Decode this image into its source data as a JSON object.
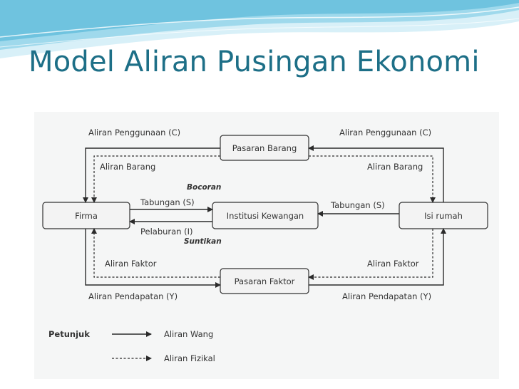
{
  "slide": {
    "title": "Model Aliran Pusingan Ekonomi"
  },
  "diagram": {
    "nodes": {
      "firma": "Firma",
      "pasaran_barang": "Pasaran Barang",
      "institusi_kewangan": "Institusi Kewangan",
      "isi_rumah": "Isi rumah",
      "pasaran_faktor": "Pasaran Faktor"
    },
    "flows": {
      "aliran_penggunaan_left": "Aliran Penggunaan (C)",
      "aliran_penggunaan_right": "Aliran Penggunaan (C)",
      "aliran_barang_left": "Aliran Barang",
      "aliran_barang_right": "Aliran Barang",
      "bocoran": "Bocoran",
      "tabungan_left": "Tabungan (S)",
      "tabungan_right": "Tabungan (S)",
      "pelaburan": "Pelaburan (I)",
      "suntikan": "Suntikan",
      "aliran_faktor_left": "Aliran Faktor",
      "aliran_faktor_right": "Aliran Faktor",
      "aliran_pendapatan_left": "Aliran Pendapatan (Y)",
      "aliran_pendapatan_right": "Aliran Pendapatan (Y)"
    },
    "legend": {
      "title": "Petunjuk",
      "money_flow": "Aliran Wang",
      "physical_flow": "Aliran Fizikal"
    }
  },
  "colors": {
    "title": "#1d6f87",
    "line": "#2b2b2b",
    "box_fill": "#f3f3f3",
    "panel": "#f5f6f6",
    "wave_dark": "#6fc3df",
    "wave_light": "#bfe6f2"
  }
}
